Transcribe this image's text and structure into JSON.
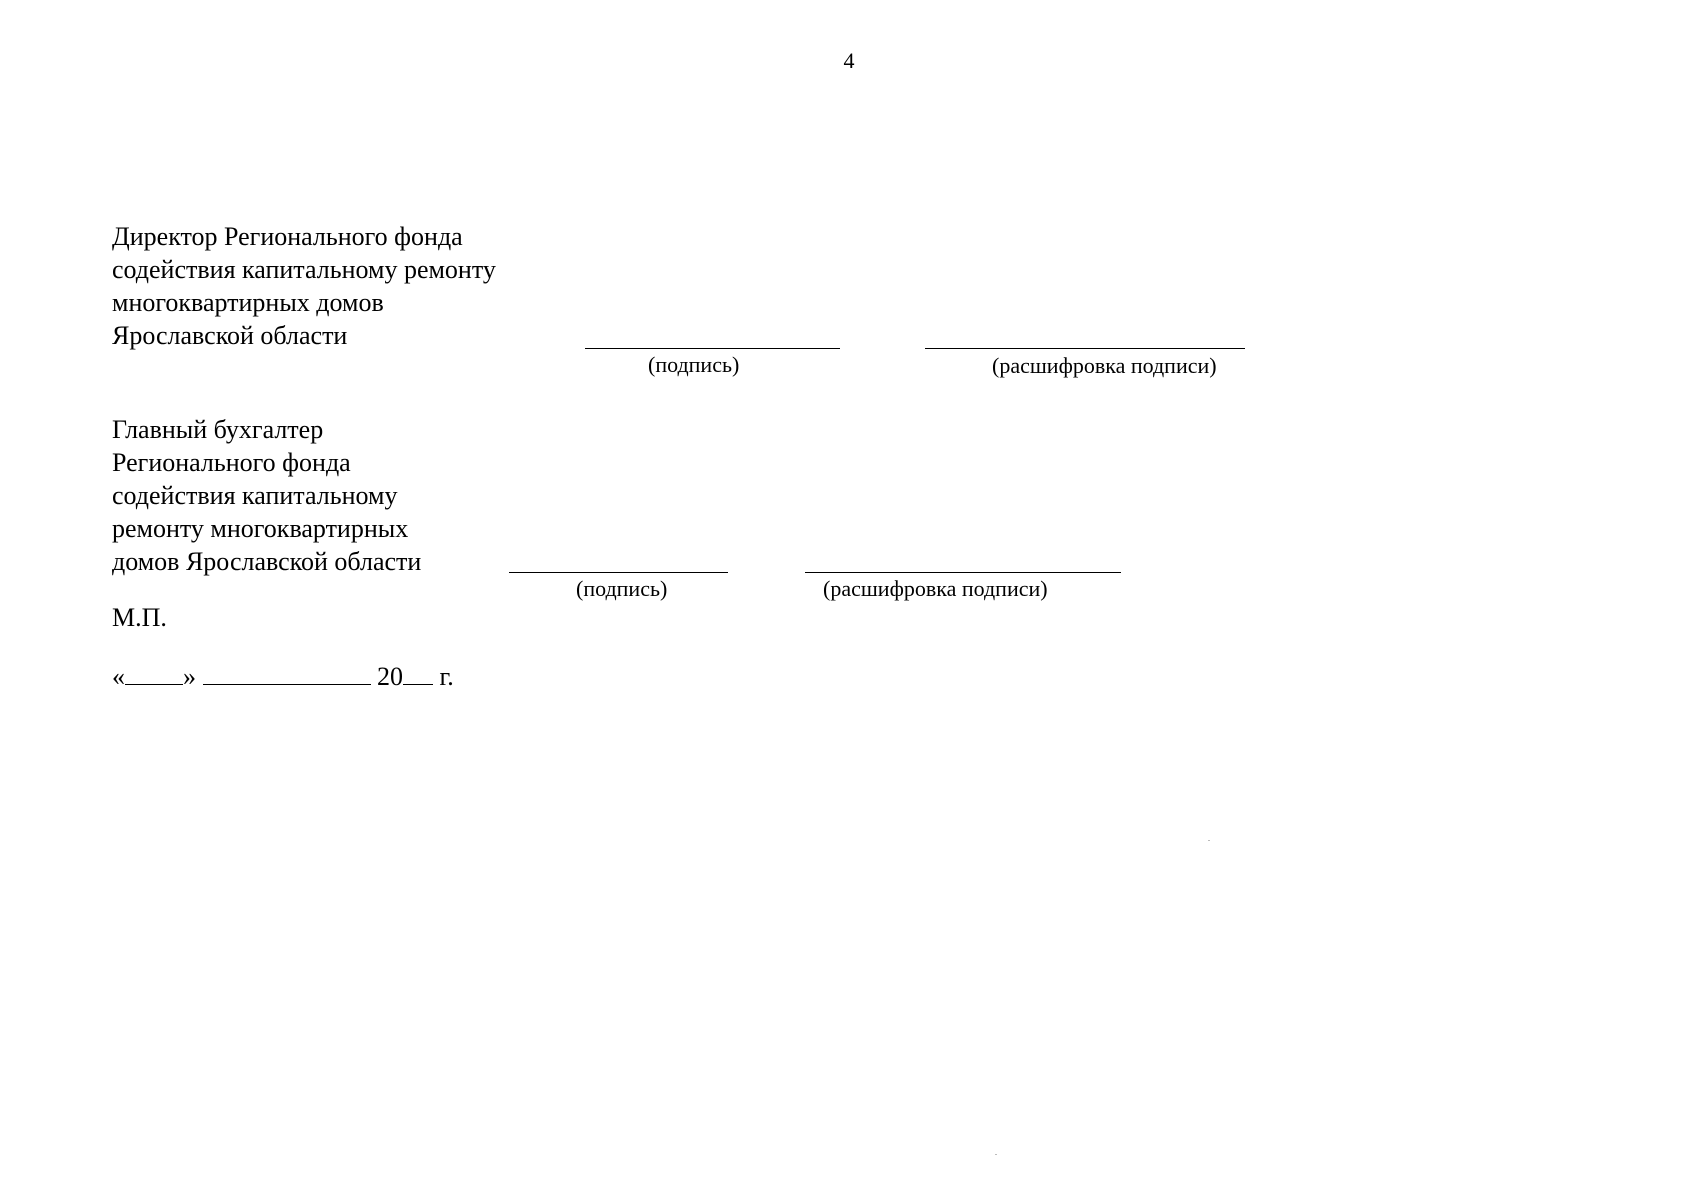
{
  "page": {
    "number": "4"
  },
  "director_block": {
    "title": "Директор Регионального фонда\nсодействия капитальному ремонту\nмногоквартирных домов\nЯрославской области",
    "signature_caption": "(подпись)",
    "decoding_caption": "(расшифровка подписи)"
  },
  "accountant_block": {
    "title": "Главный бухгалтер\nРегионального фонда\nсодействия капитальному\nремонту многоквартирных\nдомов Ярославской области",
    "signature_caption": "(подпись)",
    "decoding_caption": "(расшифровка подписи)"
  },
  "stamp": {
    "label": "М.П."
  },
  "date": {
    "open_quote": "«",
    "close_quote": "»",
    "century": "20",
    "suffix": "г."
  }
}
